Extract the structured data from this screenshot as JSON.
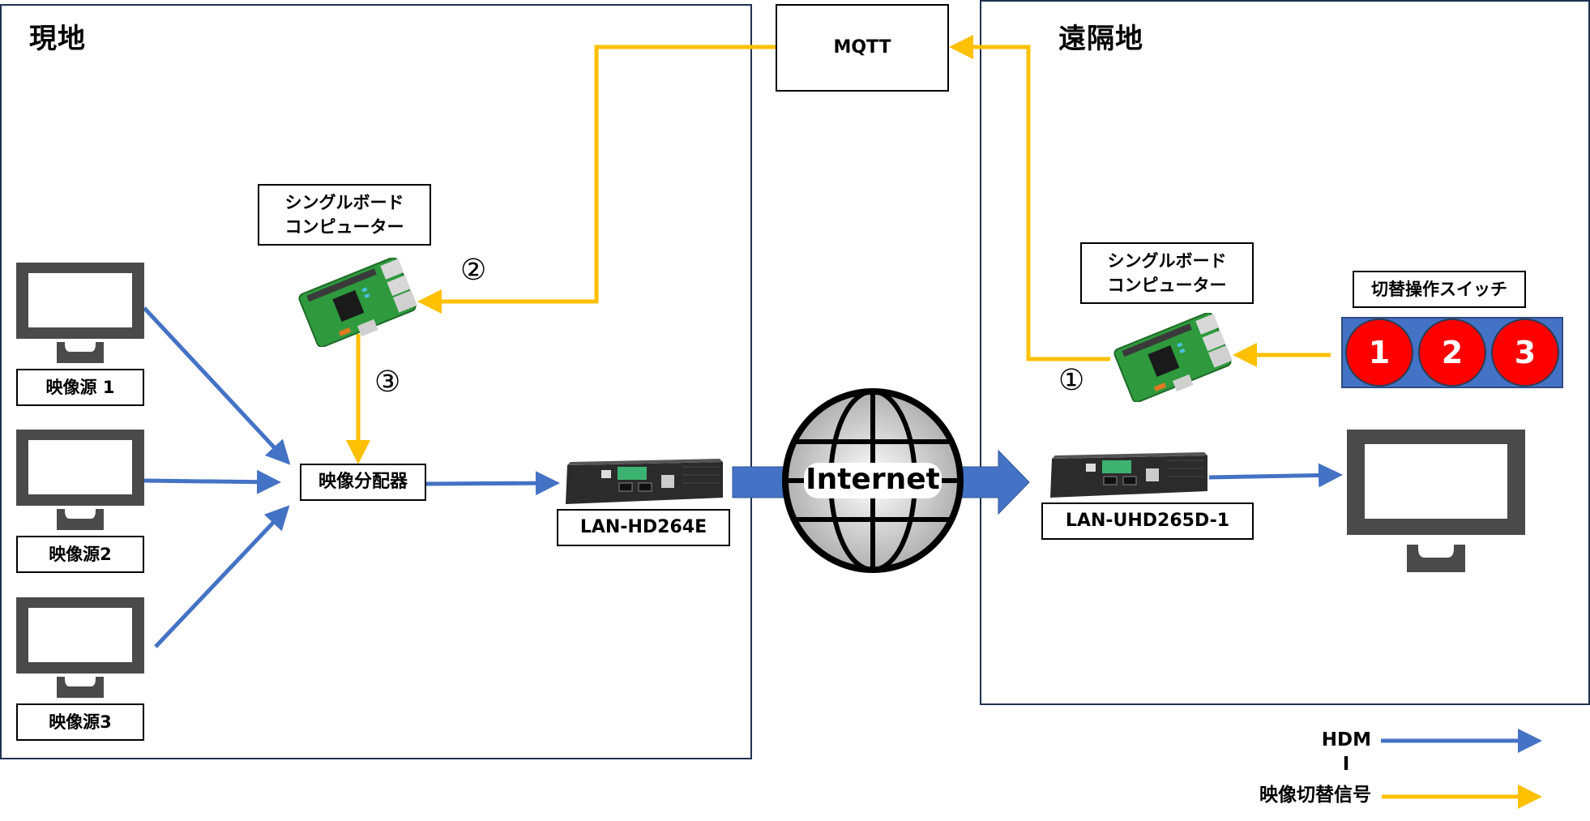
{
  "zones": {
    "local": {
      "title": "現地"
    },
    "remote": {
      "title": "遠隔地"
    }
  },
  "mqtt": {
    "label": "MQTT"
  },
  "local_sbc": {
    "label_line1": "シングルボード",
    "label_line2": "コンピューター"
  },
  "remote_sbc": {
    "label_line1": "シングルボード",
    "label_line2": "コンピューター"
  },
  "steps": [
    "①",
    "②",
    "③"
  ],
  "sources": [
    {
      "label": "映像源 1"
    },
    {
      "label": "映像源2"
    },
    {
      "label": "映像源3"
    }
  ],
  "splitter": {
    "label": "映像分配器"
  },
  "encoder": {
    "label": "LAN-HD264E"
  },
  "decoder": {
    "label": "LAN-UHD265D-1"
  },
  "internet": {
    "label": "Internet"
  },
  "switch": {
    "title": "切替操作スイッチ",
    "buttons": [
      "1",
      "2",
      "3"
    ]
  },
  "legend": {
    "items": [
      {
        "label_line1": "HDM",
        "label_line2": "I",
        "color": "#4472c4"
      },
      {
        "label": "映像切替信号",
        "color": "#ffc000"
      }
    ]
  },
  "colors": {
    "hdmi": "#4472c4",
    "signal": "#ffc000",
    "zone_border": "#1f3250",
    "button_red": "#ff0000",
    "panel_blue": "#4472c4"
  }
}
